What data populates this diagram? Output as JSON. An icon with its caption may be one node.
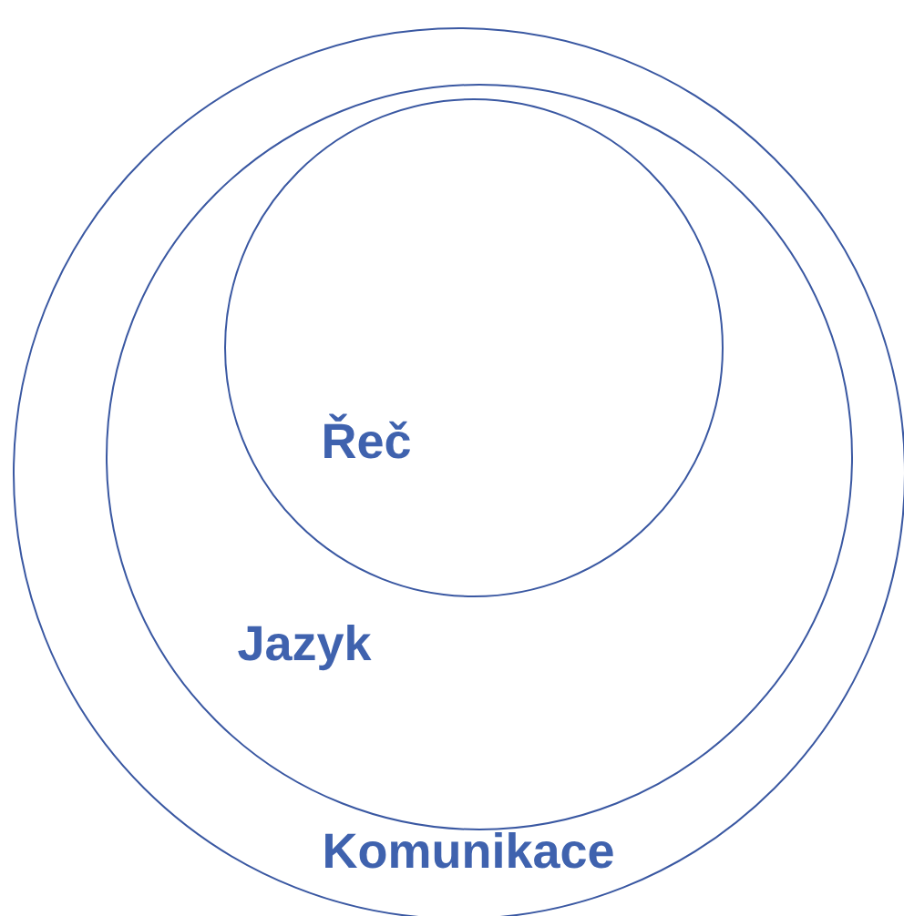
{
  "diagram": {
    "nodes": [
      {
        "text": [
          "Komunikace"
        ]
      },
      {
        "text": [
          "Jazyk"
        ],
        "in": 0
      },
      {
        "text": [
          "Řeč"
        ],
        "in": 1
      }
    ]
  }
}
